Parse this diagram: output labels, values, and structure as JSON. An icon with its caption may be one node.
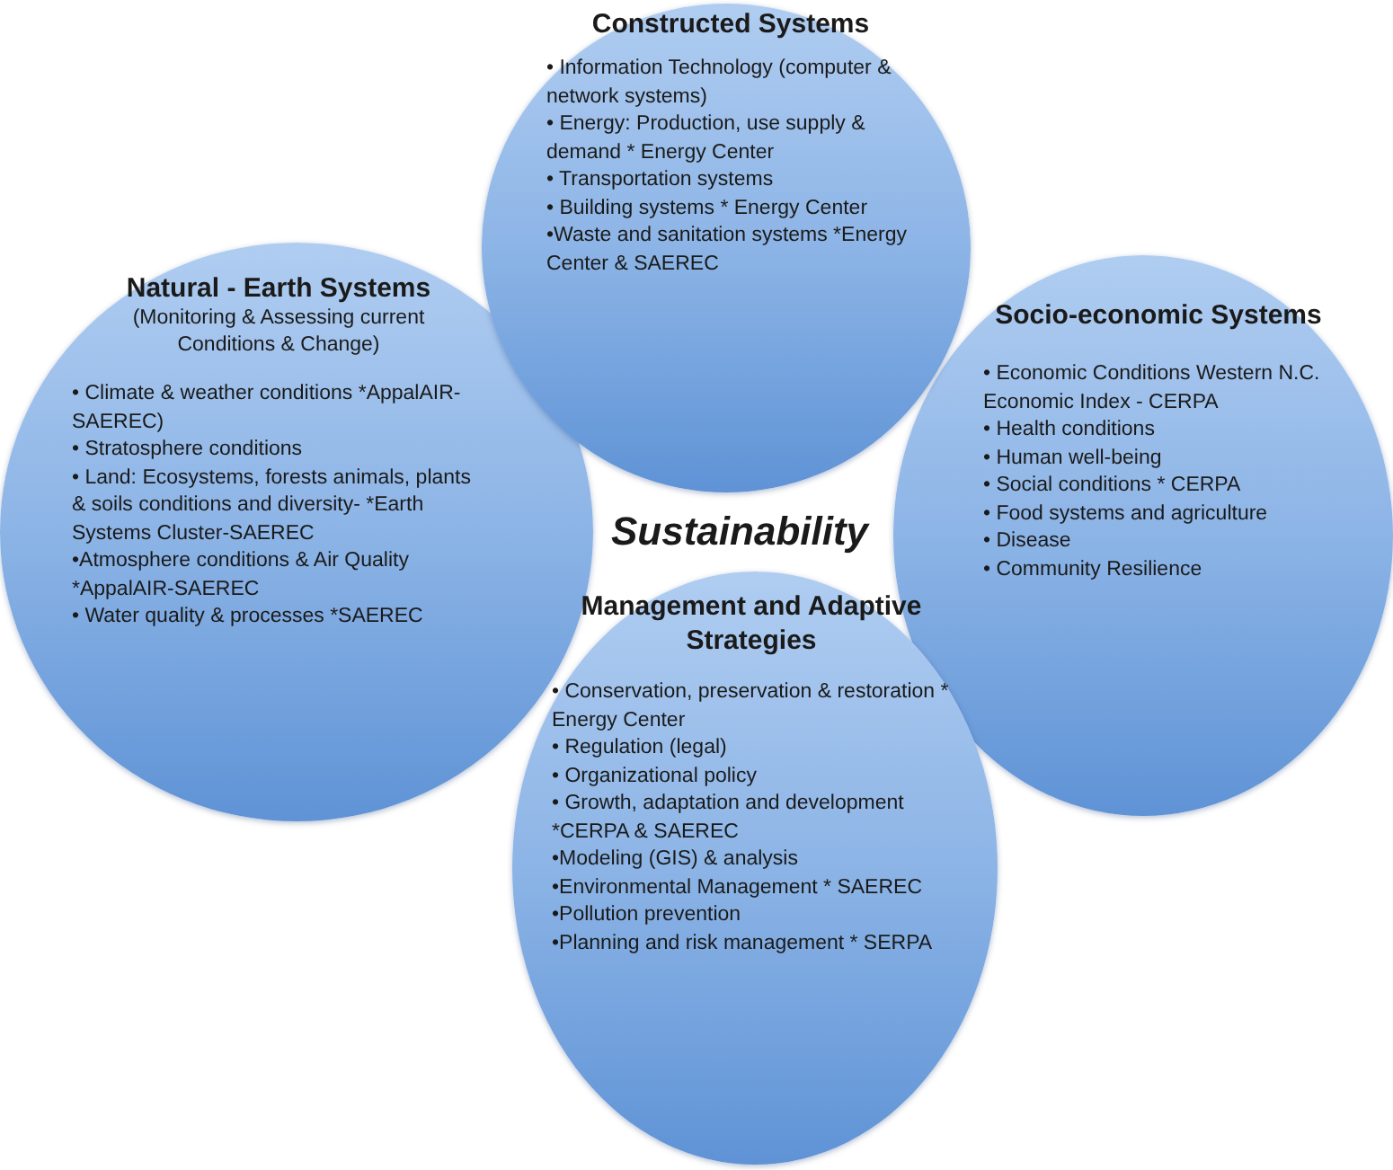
{
  "diagram": {
    "nodes": [
      {
        "text": [
          "Natural - Earth Systems",
          "(Monitoring & Assessing current Conditions & Change)",
          "• Climate & weather conditions *AppalAIR- SAEREC)",
          "• Stratosphere conditions",
          "• Land: Ecosystems, forests animals, plants & soils conditions and diversity- *Earth Systems Cluster-SAEREC",
          "•Atmosphere conditions & Air Quality *AppalAIR-SAEREC",
          "• Water quality & processes *SAEREC"
        ]
      },
      {
        "text": [
          "Constructed Systems",
          "• Information Technology (computer & network systems)",
          "• Energy: Production, use supply & demand * Energy Center",
          "• Transportation systems",
          "• Building systems * Energy Center",
          "•Waste and sanitation systems *Energy Center & SAEREC"
        ]
      },
      {
        "text": [
          "Socio-economic Systems",
          "• Economic Conditions Western N.C. Economic Index - CERPA",
          "• Health conditions",
          "• Human well-being",
          "• Social conditions * CERPA",
          "• Food systems and agriculture",
          "• Disease",
          "• Community Resilience"
        ]
      },
      {
        "text": [
          "Management and Adaptive Strategies",
          "• Conservation, preservation & restoration * Energy Center",
          "• Regulation (legal)",
          "• Organizational policy",
          "• Growth, adaptation and development *CERPA & SAEREC",
          "•Modeling (GIS) & analysis",
          "•Environmental Management * SAEREC",
          "•Pollution prevention",
          "•Planning and risk management * SERPA"
        ]
      }
    ],
    "labels": [
      "Sustainability"
    ]
  }
}
